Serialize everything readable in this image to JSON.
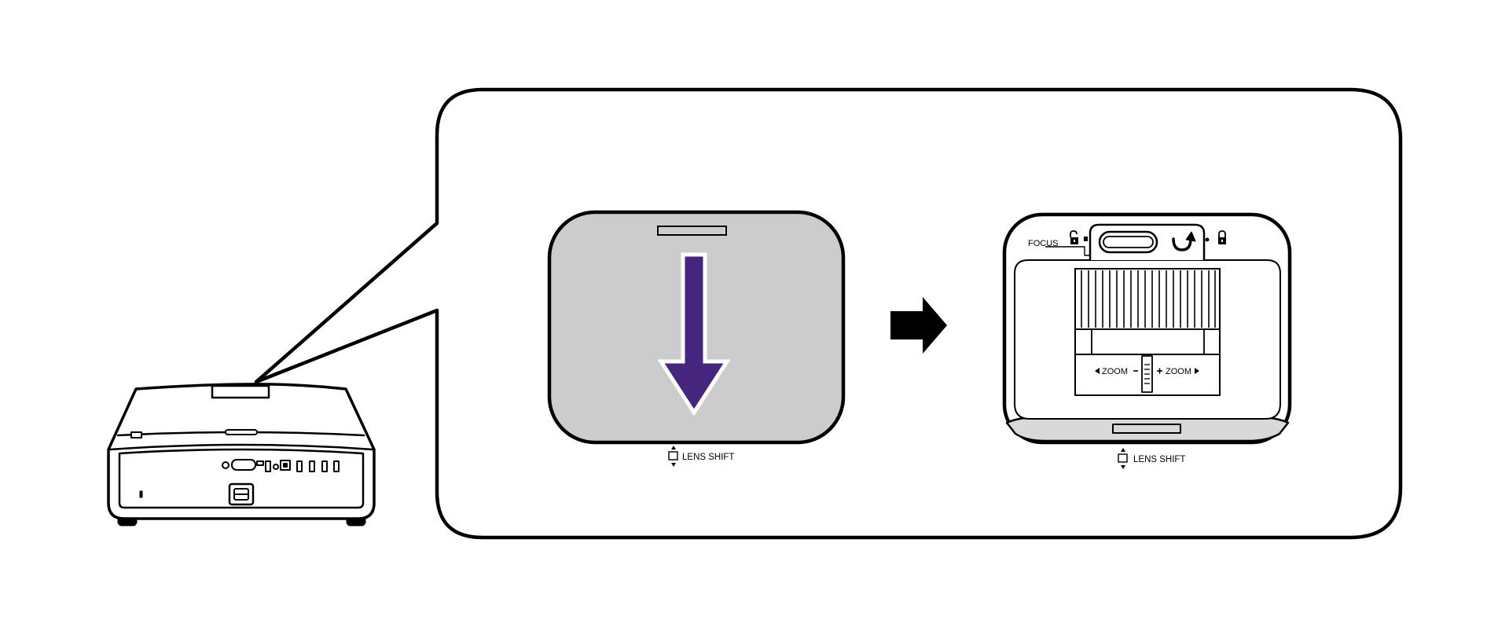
{
  "labels": {
    "lens_shift_left": "LENS SHIFT",
    "lens_shift_right": "LENS SHIFT",
    "focus": "FOCUS",
    "zoom_minus": "ZOOM",
    "zoom_plus": "ZOOM"
  },
  "colors": {
    "stroke": "#000000",
    "panel_gray": "#cccccc",
    "arrow_purple": "#46257f",
    "light_gray": "#d9d9d9"
  },
  "icons": [
    "projector",
    "lens-shift-cover",
    "down-arrow",
    "next-arrow",
    "unlock-icon",
    "lock-icon",
    "rotate-arrow-icon",
    "zoom-slider",
    "lens-shift-icon"
  ]
}
